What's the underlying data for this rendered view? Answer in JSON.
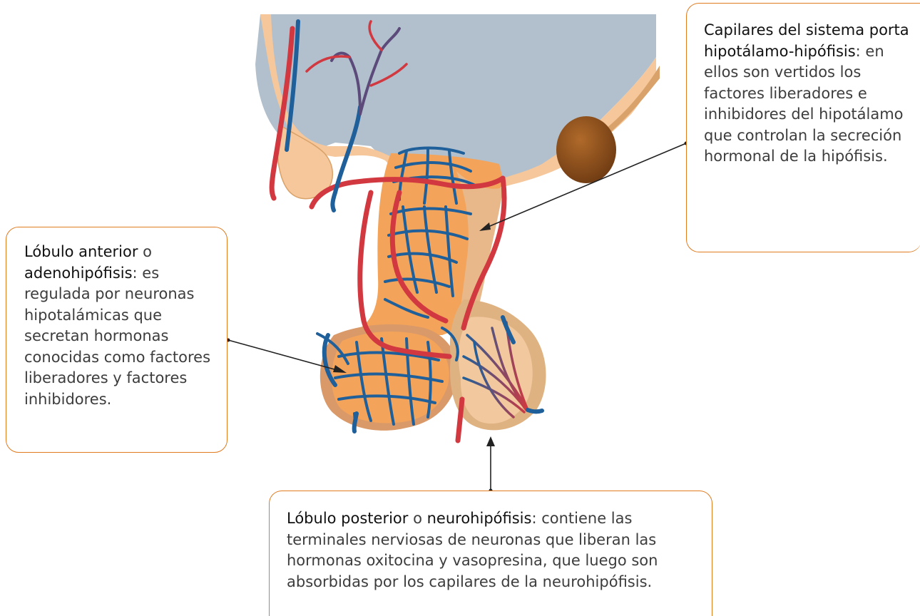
{
  "callouts": {
    "portal_capillaries": {
      "term_1": "Capilares del sistema porta hipotálamo-hipófisis",
      "text": ": en ellos son vertidos los factores liberadores e inhibidores del hipotálamo que controlan la secreción hormonal de la hipófisis."
    },
    "anterior_lobe": {
      "term_1": "Lóbulo anterior",
      "connector": " o ",
      "term_2": "adenohipófisis",
      "text": ": es regulada por neuronas hipotalámicas que secretan hormonas conocidas como factores liberadores y factores inhibidores."
    },
    "posterior_lobe": {
      "term_1": "Lóbulo posterior",
      "connector": " o ",
      "term_2": "neurohipófisis",
      "text": ": contiene las terminales nerviosas de neuronas que liberan las hormonas oxitocina y vasopresina, que luego son absorbidas por los capilares de la neurohipófisis."
    }
  },
  "colors": {
    "callout_border": "#e07b1f",
    "hypothalamus": "#b2c0cd",
    "tissue_light": "#f5c79a",
    "tissue_orange": "#f3a45a",
    "artery": "#d2383f",
    "vein": "#1f5f9a",
    "mammillary_body": "#8a4d1d"
  }
}
